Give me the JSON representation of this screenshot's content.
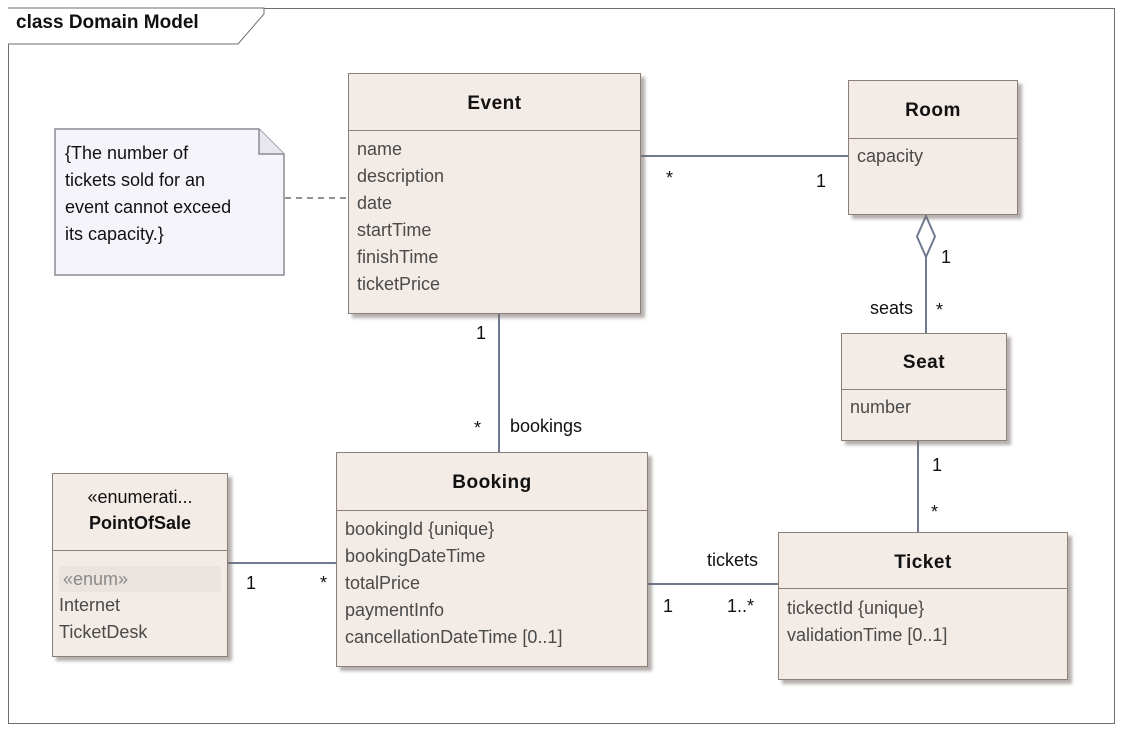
{
  "diagram": {
    "title": "class Domain Model"
  },
  "classes": {
    "event": {
      "name": "Event",
      "attributes": [
        "name",
        "description",
        "date",
        "startTime",
        "finishTime",
        "ticketPrice"
      ]
    },
    "room": {
      "name": "Room",
      "attributes": [
        "capacity"
      ]
    },
    "seat": {
      "name": "Seat",
      "attributes": [
        "number"
      ]
    },
    "booking": {
      "name": "Booking",
      "attributes": [
        "bookingId {unique}",
        "bookingDateTime",
        "totalPrice",
        "paymentInfo",
        "cancellationDateTime [0..1]"
      ]
    },
    "ticket": {
      "name": "Ticket",
      "attributes": [
        "tickectId {unique}",
        "validationTime [0..1]"
      ]
    },
    "pointofsale": {
      "stereotype": "«enumerati...",
      "name": "PointOfSale",
      "enum_header": "«enum»",
      "literals": [
        "Internet",
        "TicketDesk"
      ]
    }
  },
  "note": {
    "lines": [
      "{The number of",
      "tickets sold for an",
      "event cannot exceed",
      "its capacity.}"
    ]
  },
  "associations": {
    "event_room": {
      "event_end": "*",
      "room_end": "1"
    },
    "room_seat": {
      "room_end": "1",
      "seat_end": "*",
      "seat_role": "seats"
    },
    "event_booking": {
      "event_end": "1",
      "booking_end": "*",
      "booking_role": "bookings"
    },
    "seat_ticket": {
      "seat_end": "1",
      "ticket_end": "*"
    },
    "booking_ticket": {
      "booking_end": "1",
      "ticket_end": "1..*",
      "ticket_role": "tickets"
    },
    "pos_booking": {
      "pos_end": "1",
      "booking_end": "*"
    }
  }
}
